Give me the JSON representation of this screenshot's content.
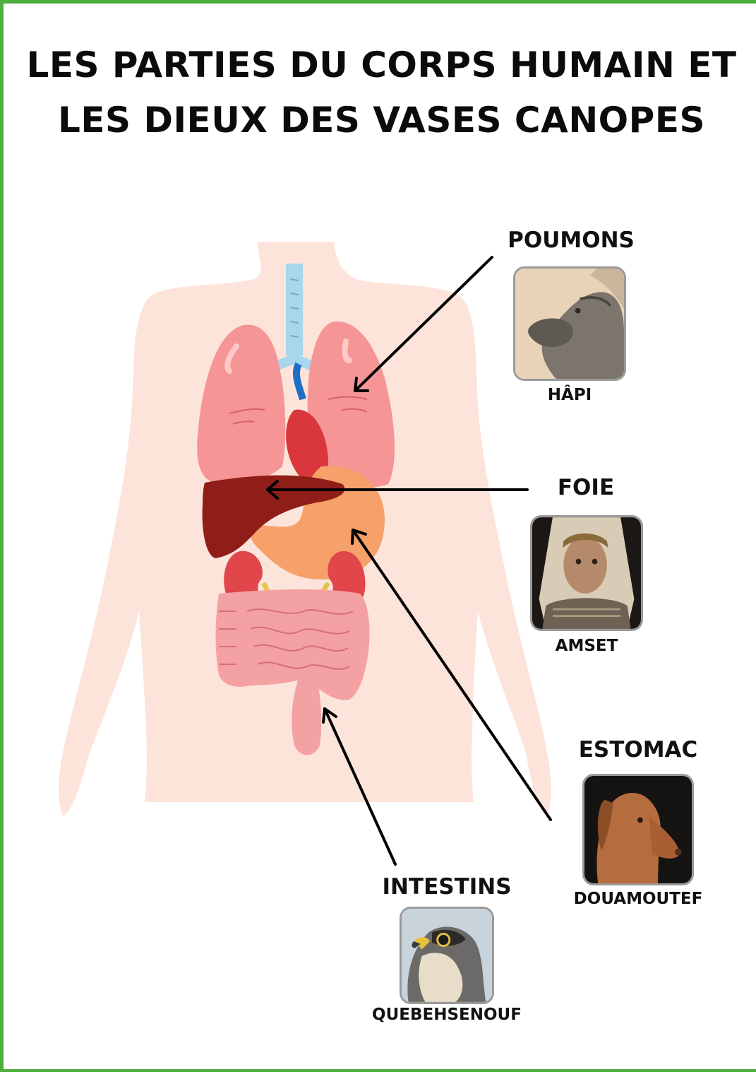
{
  "title": {
    "line1": "LES PARTIES DU CORPS HUMAIN ET",
    "line2": "LES DIEUX DES VASES CANOPES"
  },
  "organs": [
    {
      "organ": "POUMONS",
      "god": "HÂPI",
      "image": "baboon-photo",
      "animal": "baboon"
    },
    {
      "organ": "FOIE",
      "god": "AMSET",
      "image": "human-portrait-photo",
      "animal": "human"
    },
    {
      "organ": "ESTOMAC",
      "god": "DOUAMOUTEF",
      "image": "jackal-dog-photo",
      "animal": "jackal"
    },
    {
      "organ": "INTESTINS",
      "god": "QUEBEHSENOUF",
      "image": "falcon-photo",
      "animal": "falcon"
    }
  ],
  "colors": {
    "frame": "#4caf3d",
    "skin": "#fde4da",
    "lung": "#f59596",
    "heart": "#d9373b",
    "liver": "#8e1e17",
    "stomach": "#f6a06a",
    "kidney": "#e0464a",
    "intestine": "#f3a1a3",
    "trachea": "#a8d6ea",
    "arrow": "#000000"
  }
}
